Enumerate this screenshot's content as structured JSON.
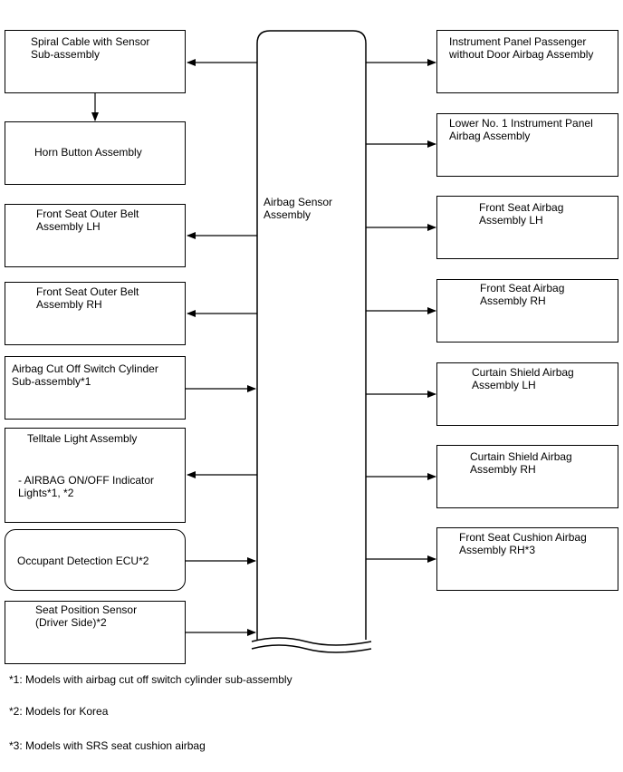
{
  "center": {
    "label": "Airbag Sensor\nAssembly"
  },
  "left_boxes": [
    {
      "id": "spiral",
      "label": "Spiral Cable with Sensor\nSub-assembly"
    },
    {
      "id": "horn",
      "label": "Horn Button Assembly"
    },
    {
      "id": "belt-lh",
      "label": "Front Seat Outer Belt\nAssembly LH"
    },
    {
      "id": "belt-rh",
      "label": "Front Seat Outer Belt\nAssembly RH"
    },
    {
      "id": "cutoff",
      "label": "Airbag Cut Off Switch Cylinder\nSub-assembly*1"
    },
    {
      "id": "telltale",
      "label": "Telltale Light Assembly",
      "sub": "- AIRBAG ON/OFF Indicator\nLights*1, *2"
    },
    {
      "id": "occupant",
      "label": "Occupant Detection ECU*2"
    },
    {
      "id": "seatpos",
      "label": "Seat Position Sensor\n(Driver Side)*2"
    }
  ],
  "right_boxes": [
    {
      "id": "ip-passenger",
      "label": "Instrument Panel Passenger\nwithout Door Airbag Assembly"
    },
    {
      "id": "lower-ip",
      "label": "Lower No. 1 Instrument Panel\nAirbag Assembly"
    },
    {
      "id": "seat-lh",
      "label": "Front Seat Airbag\nAssembly LH"
    },
    {
      "id": "seat-rh",
      "label": "Front Seat Airbag\nAssembly RH"
    },
    {
      "id": "curtain-lh",
      "label": "Curtain Shield Airbag\nAssembly LH"
    },
    {
      "id": "curtain-rh",
      "label": "Curtain Shield Airbag\nAssembly RH"
    },
    {
      "id": "cushion",
      "label": "Front Seat Cushion Airbag\nAssembly RH*3"
    }
  ],
  "footnotes": [
    "*1: Models with airbag cut off switch cylinder sub-assembly",
    "*2: Models for Korea",
    "*3: Models with SRS seat cushion airbag"
  ]
}
